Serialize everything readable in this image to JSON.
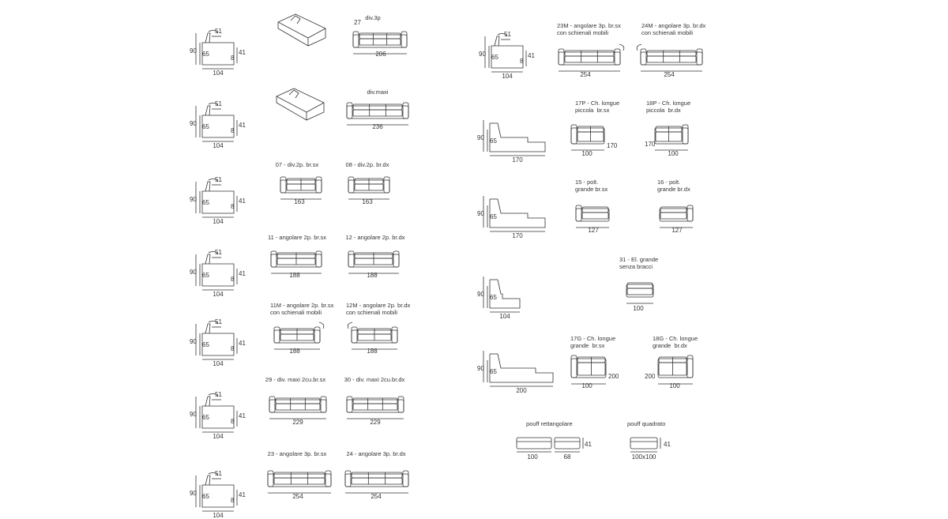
{
  "profiles": {
    "standard": {
      "w": "104",
      "h": "90",
      "s": "65",
      "a": "41",
      "b": "51",
      "c": "8"
    },
    "chaise_small": {
      "w": "170",
      "h": "90",
      "s": "65"
    },
    "chaise_large": {
      "w": "200",
      "h": "90",
      "s": "65"
    },
    "element": {
      "w": "104",
      "h": "90",
      "s": "65"
    }
  },
  "left_items": [
    {
      "label": "div.3p",
      "width": "206",
      "extra": "27"
    },
    {
      "label": "div.maxi",
      "width": "236"
    },
    {
      "label": "07 - div.2p. br.sx",
      "width": "163"
    },
    {
      "label": "08 - div.2p. br.dx",
      "width": "163"
    },
    {
      "label": "11 - angolare 2p. br.sx",
      "width": "188"
    },
    {
      "label": "12 - angolare 2p. br.dx",
      "width": "188"
    },
    {
      "label": "11M - angolare 2p. br.sx\ncon schienali mobili",
      "width": "188"
    },
    {
      "label": "12M - angolare 2p. br.dx\ncon schienali mobili",
      "width": "188"
    },
    {
      "label": "29 - div. maxi 2cu.br.sx",
      "width": "229"
    },
    {
      "label": "30 - div. maxi 2cu.br.dx",
      "width": "229"
    },
    {
      "label": "23 - angolare 3p. br.sx",
      "width": "254"
    },
    {
      "label": "24 - angolare 3p. br.dx",
      "width": "254"
    }
  ],
  "right_items": [
    {
      "label": "23M - angolare 3p. br.sx\ncon schienali mobili",
      "width": "254"
    },
    {
      "label": "24M - angolare 3p. br.dx\ncon schienali mobili",
      "width": "254"
    },
    {
      "label": "17P - Ch. longue\npiccola  br.sx",
      "width": "100",
      "depth": "170"
    },
    {
      "label": "18P - Ch. longue\npiccola  br.dx",
      "width": "100",
      "depth": "170"
    },
    {
      "label": "15 - polt.\ngrande br.sx",
      "width": "127"
    },
    {
      "label": "16 - polt.\ngrande br.dx",
      "width": "127"
    },
    {
      "label": "31 - El. grande\nsenza bracci",
      "width": "100"
    },
    {
      "label": "17G - Ch. longue\ngrande  br.sx",
      "width": "100",
      "depth": "200"
    },
    {
      "label": "18G - Ch. longue\ngrande  br.dx",
      "width": "100",
      "depth": "200"
    },
    {
      "label": "pouff rettangolare",
      "width": "100",
      "width2": "68",
      "height": "41"
    },
    {
      "label": "pouff quadrato",
      "width": "100x100",
      "height": "41"
    }
  ]
}
